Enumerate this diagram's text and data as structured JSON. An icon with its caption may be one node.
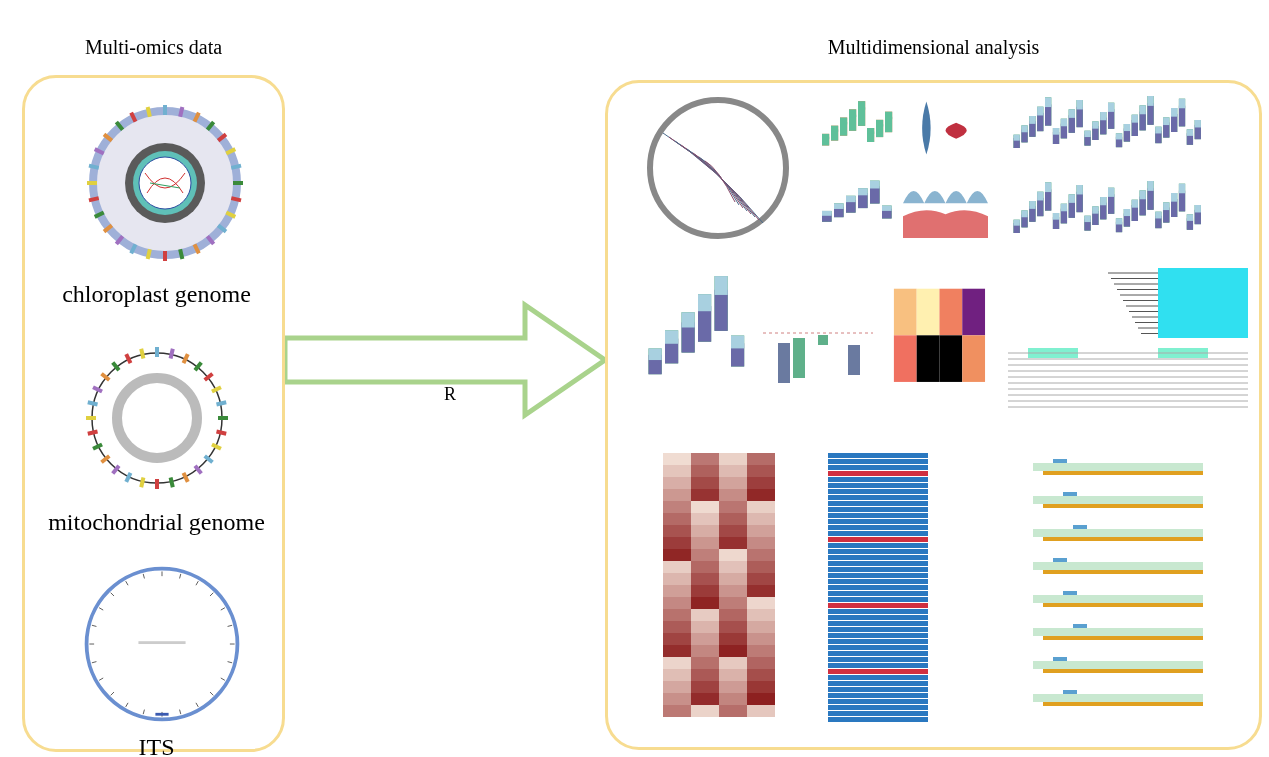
{
  "diagram": {
    "nodes": [
      {
        "text": [
          "Multi-omics data"
        ]
      },
      {
        "text": [],
        "shape": "picture",
        "in": 0,
        "beside": [
          "chloroplast genome"
        ]
      },
      {
        "text": [],
        "shape": "picture",
        "in": 0,
        "beside": [
          "mitochondrial genome"
        ]
      },
      {
        "text": [],
        "shape": "picture",
        "in": 0,
        "beside": [
          "ITS"
        ]
      },
      {
        "text": [
          "Multidimensional analysis"
        ]
      }
    ],
    "edges": [
      {
        "from": 0,
        "to": 4,
        "arrow": "to",
        "label": "R"
      }
    ]
  }
}
